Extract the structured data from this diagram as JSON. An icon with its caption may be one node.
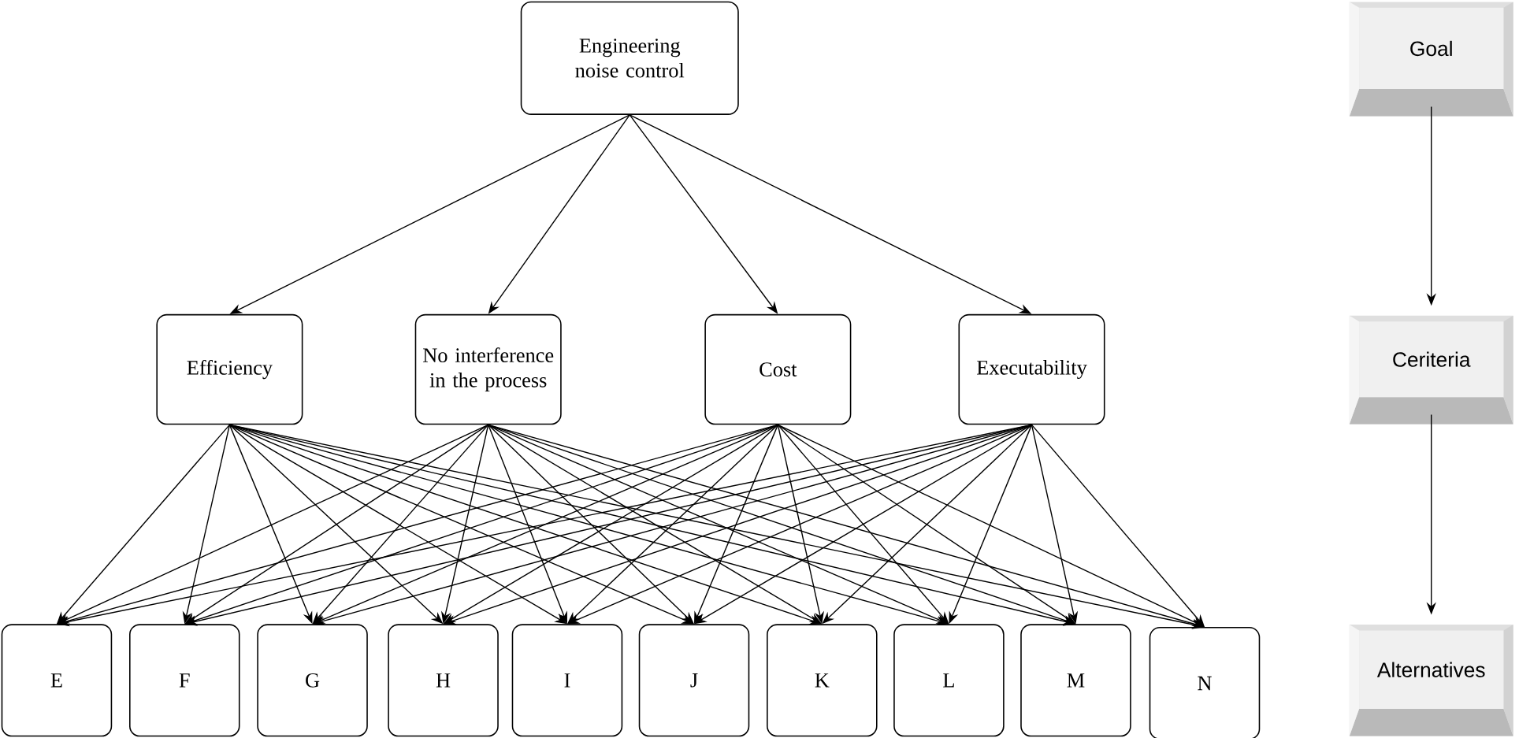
{
  "diagram": {
    "nodes": [
      {
        "text": [
          "Engineering noise control"
        ]
      },
      {
        "text": [
          "Efficiency"
        ]
      },
      {
        "text": [
          "No interference in the process"
        ]
      },
      {
        "text": [
          "Cost"
        ]
      },
      {
        "text": [
          "Executability"
        ]
      },
      {
        "text": [
          "E"
        ]
      },
      {
        "text": [
          "F"
        ]
      },
      {
        "text": [
          "G"
        ]
      },
      {
        "text": [
          "H"
        ]
      },
      {
        "text": [
          "I"
        ]
      },
      {
        "text": [
          "J"
        ]
      },
      {
        "text": [
          "K"
        ]
      },
      {
        "text": [
          "L"
        ]
      },
      {
        "text": [
          "M"
        ]
      },
      {
        "text": [
          "N"
        ]
      },
      {
        "text": [
          "Goal"
        ]
      },
      {
        "text": [
          "Ceriteria"
        ]
      },
      {
        "text": [
          "Alternatives"
        ]
      }
    ],
    "edges": [
      {
        "from": 0,
        "to": 1,
        "arrow": "to"
      },
      {
        "from": 0,
        "to": 2,
        "arrow": "to"
      },
      {
        "from": 0,
        "to": 3,
        "arrow": "to"
      },
      {
        "from": 0,
        "to": 4,
        "arrow": "to"
      },
      {
        "from": 1,
        "to": 5,
        "arrow": "to"
      },
      {
        "from": 1,
        "to": 6,
        "arrow": "to"
      },
      {
        "from": 1,
        "to": 7,
        "arrow": "to"
      },
      {
        "from": 1,
        "to": 8,
        "arrow": "to"
      },
      {
        "from": 1,
        "to": 9,
        "arrow": "to"
      },
      {
        "from": 1,
        "to": 10,
        "arrow": "to"
      },
      {
        "from": 1,
        "to": 11,
        "arrow": "to"
      },
      {
        "from": 1,
        "to": 12,
        "arrow": "to"
      },
      {
        "from": 1,
        "to": 13,
        "arrow": "to"
      },
      {
        "from": 1,
        "to": 14,
        "arrow": "to"
      },
      {
        "from": 2,
        "to": 5,
        "arrow": "to"
      },
      {
        "from": 2,
        "to": 6,
        "arrow": "to"
      },
      {
        "from": 2,
        "to": 7,
        "arrow": "to"
      },
      {
        "from": 2,
        "to": 8,
        "arrow": "to"
      },
      {
        "from": 2,
        "to": 9,
        "arrow": "to"
      },
      {
        "from": 2,
        "to": 10,
        "arrow": "to"
      },
      {
        "from": 2,
        "to": 11,
        "arrow": "to"
      },
      {
        "from": 2,
        "to": 12,
        "arrow": "to"
      },
      {
        "from": 2,
        "to": 13,
        "arrow": "to"
      },
      {
        "from": 2,
        "to": 14,
        "arrow": "to"
      },
      {
        "from": 3,
        "to": 5,
        "arrow": "to"
      },
      {
        "from": 3,
        "to": 6,
        "arrow": "to"
      },
      {
        "from": 3,
        "to": 7,
        "arrow": "to"
      },
      {
        "from": 3,
        "to": 8,
        "arrow": "to"
      },
      {
        "from": 3,
        "to": 9,
        "arrow": "to"
      },
      {
        "from": 3,
        "to": 10,
        "arrow": "to"
      },
      {
        "from": 3,
        "to": 11,
        "arrow": "to"
      },
      {
        "from": 3,
        "to": 12,
        "arrow": "to"
      },
      {
        "from": 3,
        "to": 13,
        "arrow": "to"
      },
      {
        "from": 3,
        "to": 14,
        "arrow": "to"
      },
      {
        "from": 4,
        "to": 5,
        "arrow": "to"
      },
      {
        "from": 4,
        "to": 6,
        "arrow": "to"
      },
      {
        "from": 4,
        "to": 7,
        "arrow": "to"
      },
      {
        "from": 4,
        "to": 8,
        "arrow": "to"
      },
      {
        "from": 4,
        "to": 9,
        "arrow": "to"
      },
      {
        "from": 4,
        "to": 10,
        "arrow": "to"
      },
      {
        "from": 4,
        "to": 11,
        "arrow": "to"
      },
      {
        "from": 4,
        "to": 12,
        "arrow": "to"
      },
      {
        "from": 4,
        "to": 13,
        "arrow": "to"
      },
      {
        "from": 4,
        "to": 14,
        "arrow": "to"
      },
      {
        "from": 15,
        "to": 16,
        "arrow": "to"
      },
      {
        "from": 16,
        "to": 17,
        "arrow": "to"
      }
    ]
  }
}
